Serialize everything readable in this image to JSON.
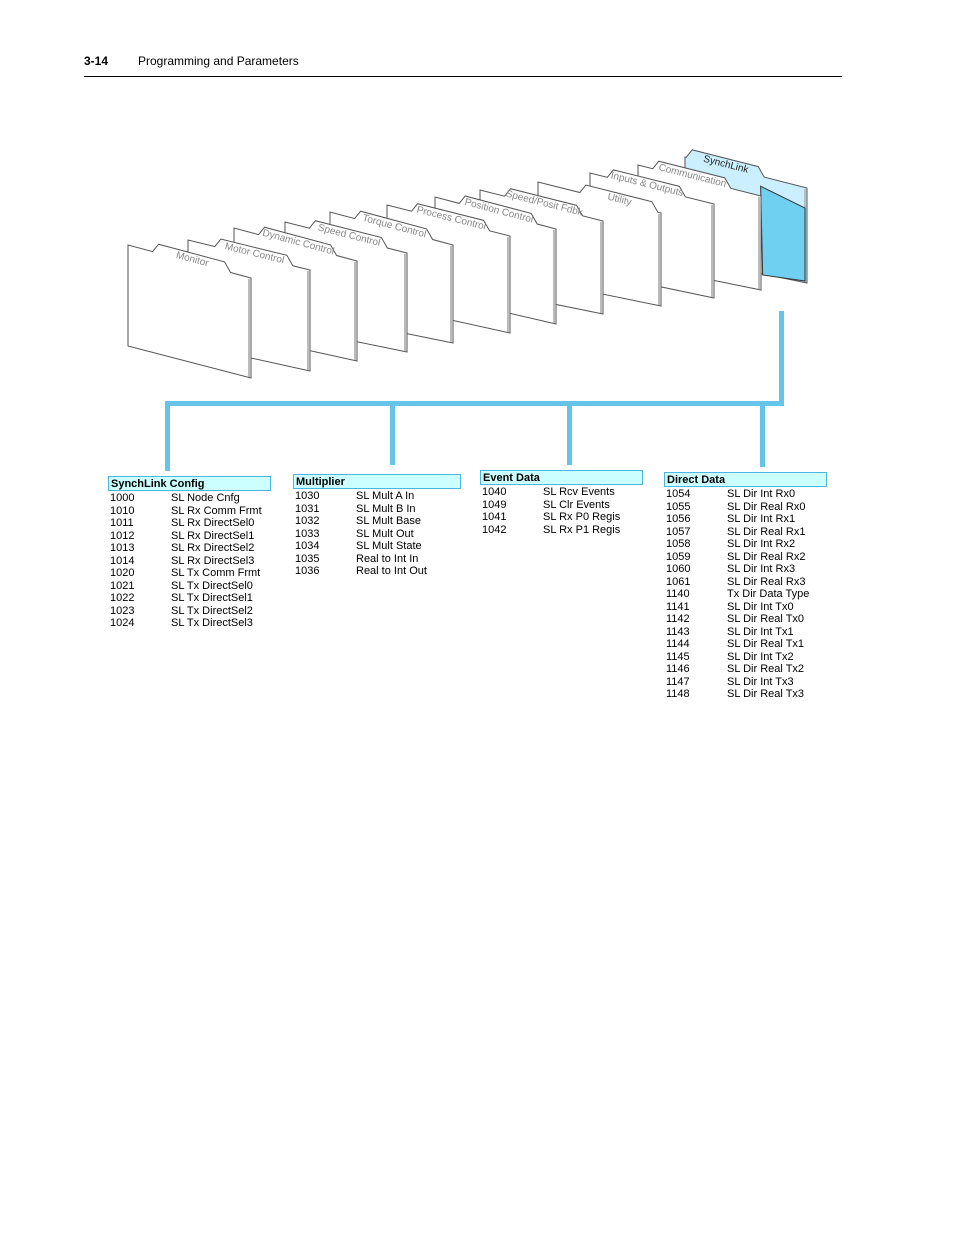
{
  "header": {
    "page_number": "3-14",
    "title": "Programming and Parameters"
  },
  "figure": {
    "folders": [
      {
        "label": "Monitor",
        "highlighted": false
      },
      {
        "label": "Motor Control",
        "highlighted": false
      },
      {
        "label": "Dynamic Control",
        "highlighted": false
      },
      {
        "label": "Speed Control",
        "highlighted": false
      },
      {
        "label": "Torque Control",
        "highlighted": false
      },
      {
        "label": "Process Control",
        "highlighted": false
      },
      {
        "label": "Position Control",
        "highlighted": false
      },
      {
        "label": "Speed/Posit Fdbk",
        "highlighted": false
      },
      {
        "label": "Utility",
        "highlighted": false
      },
      {
        "label": "Inputs & Outputs",
        "highlighted": false
      },
      {
        "label": "Communication",
        "highlighted": false
      },
      {
        "label": "SynchLink",
        "highlighted": true
      }
    ],
    "colors": {
      "connector": "#66c4e8",
      "highlight_fill": "#ccefff",
      "highlight_panel": "#6fd0f2",
      "group_fill": "#ccffff"
    }
  },
  "groups": [
    {
      "title": "SynchLink Config",
      "rows": [
        [
          "1000",
          "SL Node Cnfg"
        ],
        [
          "1010",
          "SL Rx Comm Frmt"
        ],
        [
          "1011",
          "SL Rx DirectSel0"
        ],
        [
          "1012",
          "SL Rx DirectSel1"
        ],
        [
          "1013",
          "SL Rx DirectSel2"
        ],
        [
          "1014",
          "SL Rx DirectSel3"
        ],
        [
          "1020",
          "SL Tx Comm Frmt"
        ],
        [
          "1021",
          "SL Tx DirectSel0"
        ],
        [
          "1022",
          "SL Tx DirectSel1"
        ],
        [
          "1023",
          "SL Tx DirectSel2"
        ],
        [
          "1024",
          "SL Tx DirectSel3"
        ]
      ]
    },
    {
      "title": "Multiplier",
      "rows": [
        [
          "1030",
          "SL Mult A In"
        ],
        [
          "1031",
          "SL Mult B In"
        ],
        [
          "1032",
          "SL Mult Base"
        ],
        [
          "1033",
          "SL Mult Out"
        ],
        [
          "1034",
          "SL Mult State"
        ],
        [
          "1035",
          "Real to Int In"
        ],
        [
          "1036",
          "Real to Int Out"
        ]
      ]
    },
    {
      "title": "Event Data",
      "rows": [
        [
          "1040",
          "SL Rcv Events"
        ],
        [
          "1049",
          "SL Clr Events"
        ],
        [
          "1041",
          "SL Rx P0 Regis"
        ],
        [
          "1042",
          "SL Rx P1 Regis"
        ]
      ]
    },
    {
      "title": "Direct Data",
      "rows": [
        [
          "1054",
          "SL Dir Int Rx0"
        ],
        [
          "1055",
          "SL Dir Real Rx0"
        ],
        [
          "1056",
          "SL Dir Int Rx1"
        ],
        [
          "1057",
          "SL Dir Real Rx1"
        ],
        [
          "1058",
          "SL Dir Int Rx2"
        ],
        [
          "1059",
          "SL Dir Real Rx2"
        ],
        [
          "1060",
          "SL Dir Int Rx3"
        ],
        [
          "1061",
          "SL Dir Real Rx3"
        ],
        [
          "1140",
          "Tx Dir Data Type"
        ],
        [
          "1141",
          "SL Dir Int Tx0"
        ],
        [
          "1142",
          "SL Dir Real Tx0"
        ],
        [
          "1143",
          "SL Dir Int Tx1"
        ],
        [
          "1144",
          "SL Dir Real Tx1"
        ],
        [
          "1145",
          "SL Dir Int Tx2"
        ],
        [
          "1146",
          "SL Dir Real Tx2"
        ],
        [
          "1147",
          "SL Dir Int Tx3"
        ],
        [
          "1148",
          "SL Dir Real Tx3"
        ]
      ]
    }
  ]
}
